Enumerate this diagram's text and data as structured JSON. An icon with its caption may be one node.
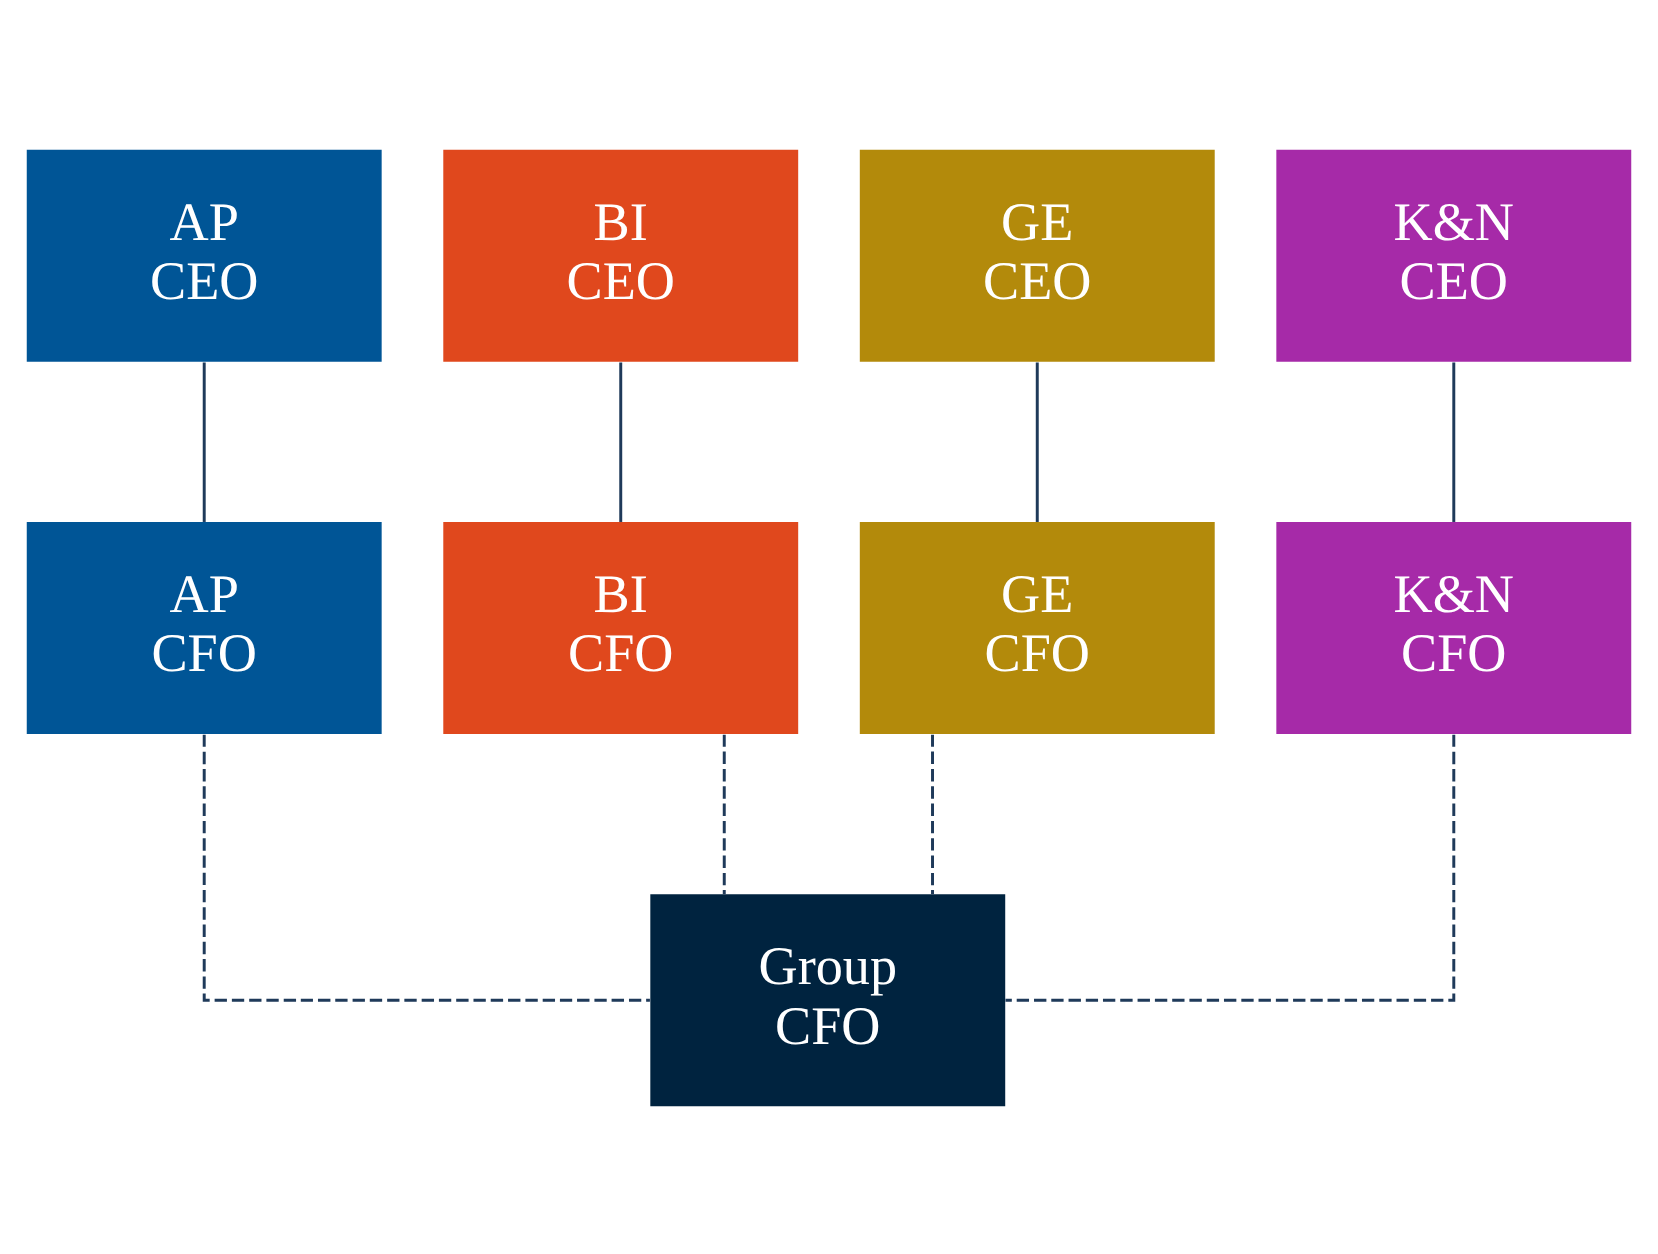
{
  "diagram": {
    "nodes": [
      {
        "text": [
          "AP CEO"
        ]
      },
      {
        "text": [
          "BI CEO"
        ]
      },
      {
        "text": [
          "GE CEO"
        ]
      },
      {
        "text": [
          "K&N CEO"
        ]
      },
      {
        "text": [
          "AP CFO"
        ]
      },
      {
        "text": [
          "BI CFO"
        ]
      },
      {
        "text": [
          "GE CFO"
        ]
      },
      {
        "text": [
          "K&N CFO"
        ]
      },
      {
        "text": [
          "Group CFO"
        ]
      }
    ],
    "edges": [
      {
        "from": 0,
        "to": 4,
        "arrow": "none"
      },
      {
        "from": 1,
        "to": 5,
        "arrow": "none"
      },
      {
        "from": 2,
        "to": 6,
        "arrow": "none"
      },
      {
        "from": 3,
        "to": 7,
        "arrow": "none"
      },
      {
        "from": 4,
        "to": 8,
        "arrow": "none",
        "style": "dashed"
      },
      {
        "from": 5,
        "to": 8,
        "arrow": "none",
        "style": "dashed"
      },
      {
        "from": 6,
        "to": 8,
        "arrow": "none",
        "style": "dashed"
      },
      {
        "from": 7,
        "to": 8,
        "arrow": "none",
        "style": "dashed"
      }
    ]
  }
}
